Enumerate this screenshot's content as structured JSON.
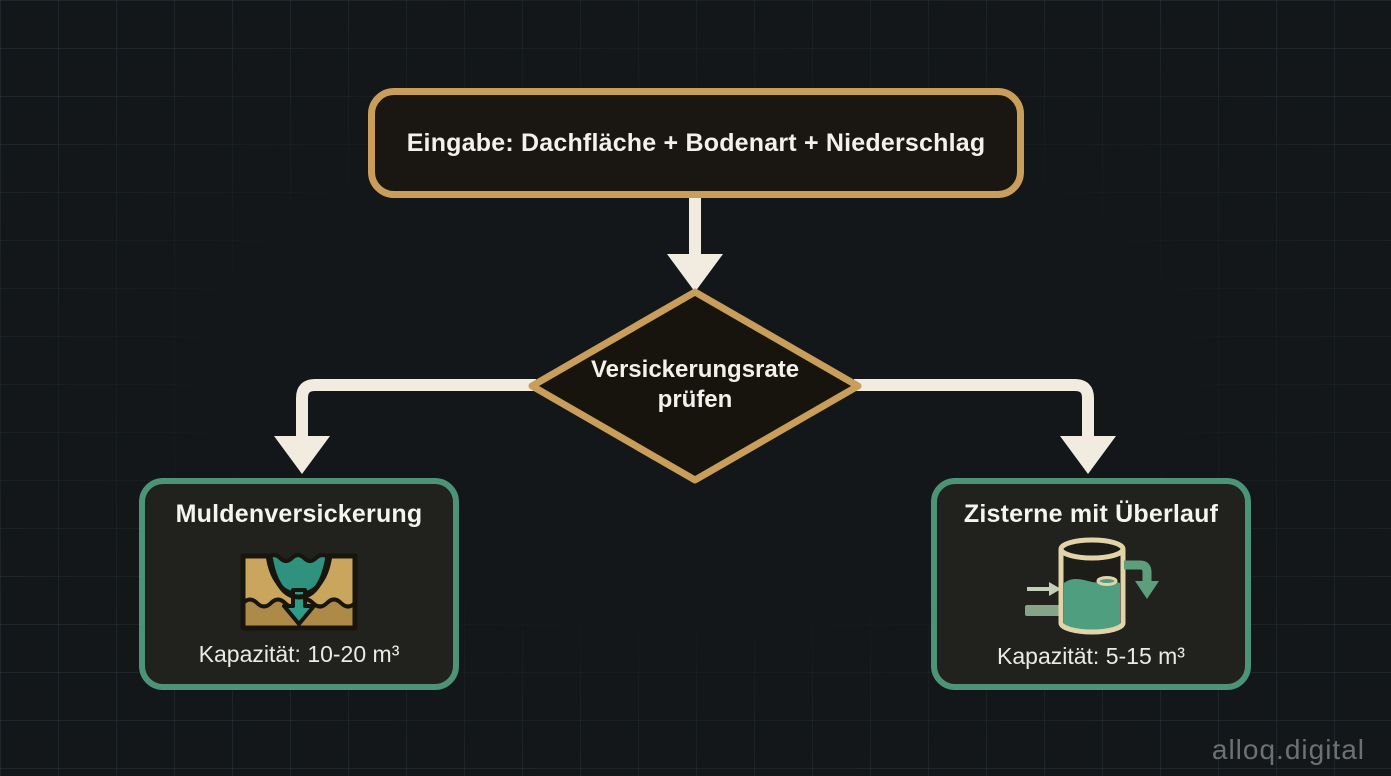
{
  "flowchart": {
    "input": {
      "label": "Eingabe: Dachfläche + Bodenart + Niederschlag"
    },
    "decision": {
      "label": "Versickerungsrate prüfen"
    },
    "branches": {
      "left": {
        "title": "Muldenversickerung",
        "capacity": "Kapazität: 10-20 m³",
        "icon": "swale-infiltration-icon"
      },
      "right": {
        "title": "Zisterne mit Überlauf",
        "capacity": "Kapazität: 5-15 m³",
        "icon": "cistern-overflow-icon"
      }
    },
    "colors": {
      "gold_accent": "#c89e5a",
      "green_accent": "#4c9478",
      "arrow_cream": "#f1ecdf",
      "water_teal": "#2f9c85",
      "soil_sand": "#c9a55e",
      "background": "#14171a"
    }
  },
  "page": {
    "watermark": "alloq.digital"
  }
}
